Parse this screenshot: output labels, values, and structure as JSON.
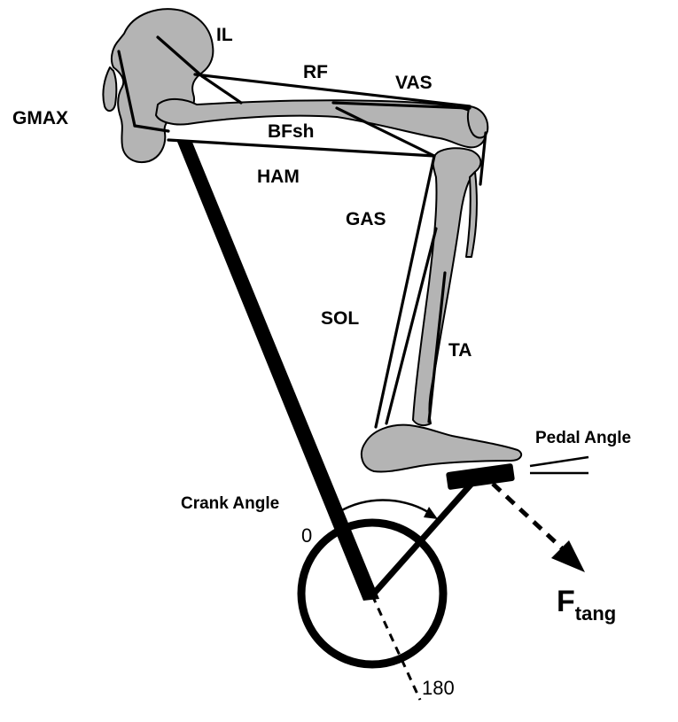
{
  "muscles": {
    "il": "IL",
    "rf": "RF",
    "vas": "VAS",
    "gmax": "GMAX",
    "bfsh": "BFsh",
    "ham": "HAM",
    "gas": "GAS",
    "sol": "SOL",
    "ta": "TA"
  },
  "angles": {
    "crank_angle": "Crank Angle",
    "pedal_angle": "Pedal Angle",
    "zero": "0",
    "one_eighty": "180"
  },
  "force": {
    "symbol": "F",
    "subscript": "tang"
  },
  "colors": {
    "bone_fill": "#b4b4b4",
    "line": "#000000"
  }
}
